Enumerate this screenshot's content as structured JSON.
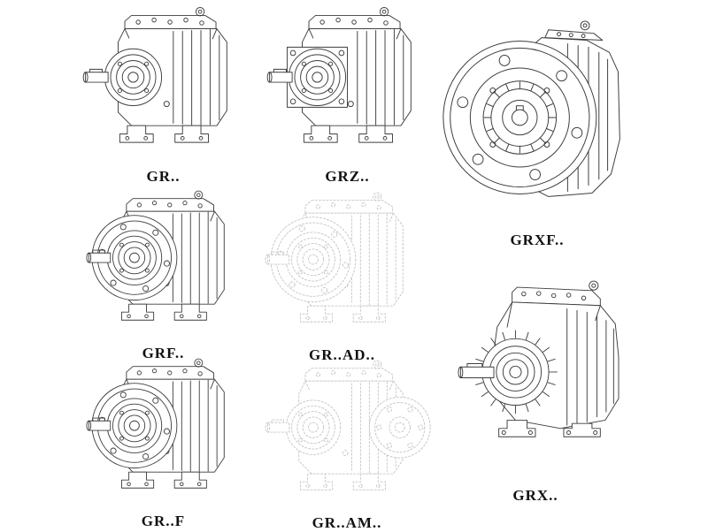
{
  "page": {
    "background": "#ffffff"
  },
  "colors": {
    "line": "#3d3d3d",
    "ghost_line": "#c4c4c4",
    "label": "#111111"
  },
  "catalog": {
    "items": [
      {
        "label": "GR..",
        "drawing": "gear-reducer-foot-mounted-icon"
      },
      {
        "label": "GRZ..",
        "drawing": "gear-reducer-foot-mounted-square-flange-icon"
      },
      {
        "label": "GRXF..",
        "drawing": "gear-reducer-round-flange-front-view-icon"
      },
      {
        "label": "GRF..",
        "drawing": "gear-reducer-round-flange-mounted-icon"
      },
      {
        "label": "GR..AD..",
        "drawing": "gear-reducer-input-adapter-ghost-icon"
      },
      {
        "label": "GR..F",
        "drawing": "gear-reducer-round-flange-mounted-icon"
      },
      {
        "label": "GR..AM..",
        "drawing": "gear-reducer-motor-adapter-ghost-icon"
      },
      {
        "label": "GRX..",
        "drawing": "gear-reducer-large-foot-mounted-icon"
      }
    ]
  }
}
